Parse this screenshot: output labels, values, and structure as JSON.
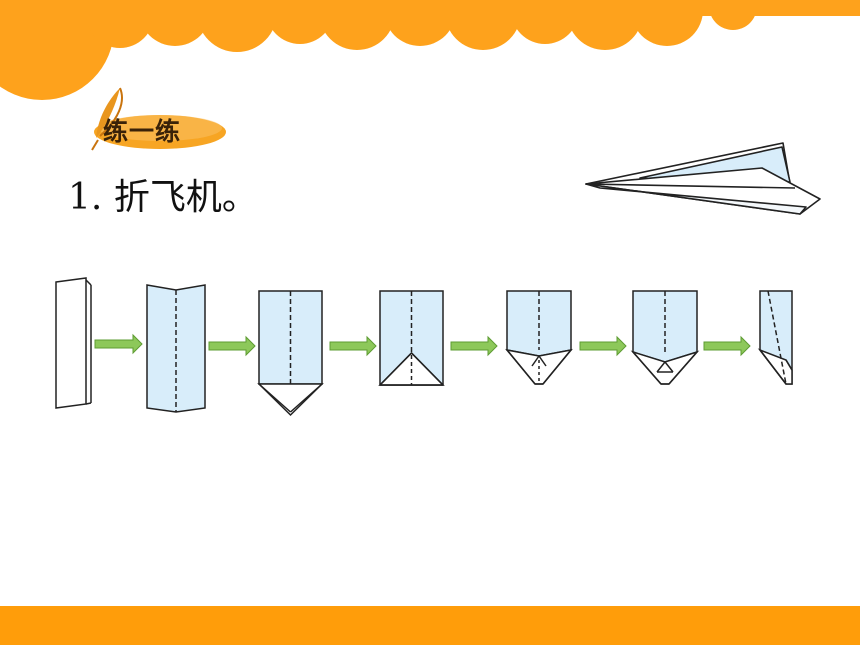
{
  "colors": {
    "header_orange": "#fea21c",
    "bottom_bar": "#ff9d0a",
    "paper_fill": "#d8edfa",
    "arrow_fill": "#8dc85a",
    "arrow_stroke": "#5e9c33",
    "badge_fill": "#f7a523",
    "feather": "#e9961e"
  },
  "badge": {
    "label": "练一练",
    "icon": "feather-icon"
  },
  "problem": {
    "number": "1.",
    "text": "折飞机。"
  },
  "steps": [
    {
      "name": "folded-paper-edge"
    },
    {
      "name": "paper-center-crease"
    },
    {
      "name": "paper-bottom-point"
    },
    {
      "name": "paper-corners-folded"
    },
    {
      "name": "paper-tip-folded"
    },
    {
      "name": "paper-tip-tucked"
    },
    {
      "name": "paper-final-fold"
    }
  ],
  "finished_plane": {
    "icon": "paper-airplane-icon"
  }
}
